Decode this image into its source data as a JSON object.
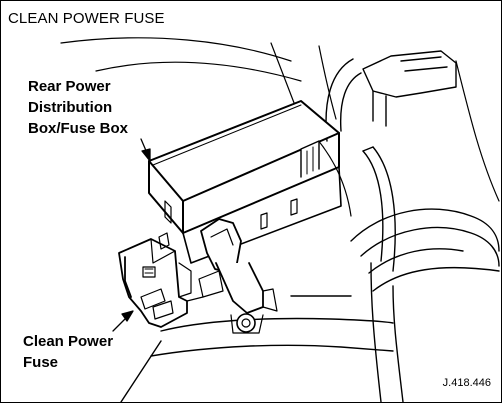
{
  "diagram": {
    "title": "CLEAN POWER FUSE",
    "callouts": {
      "rear_power_distribution_box": "Rear Power\nDistribution\nBox/Fuse Box",
      "clean_power_fuse": "Clean Power\nFuse"
    },
    "reference": "J.418.446"
  }
}
